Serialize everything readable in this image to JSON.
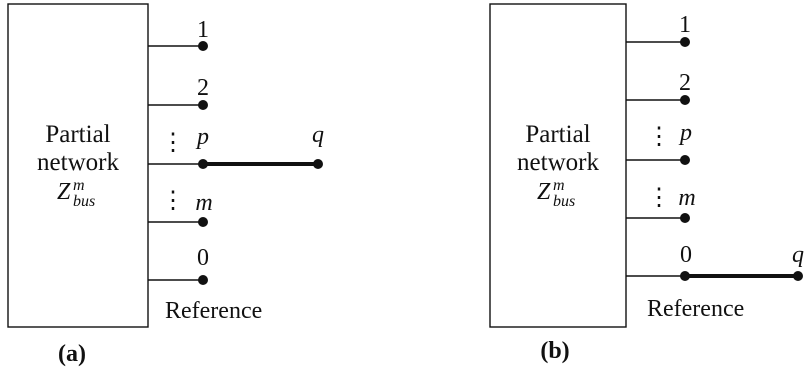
{
  "panels": [
    {
      "caption": "(a)",
      "box_text": {
        "line1": "Partial",
        "line2": "network",
        "z": "Z",
        "z_sub": "bus",
        "z_sup": "m"
      },
      "bus_labels": {
        "b1": "1",
        "b2": "2",
        "p": "p",
        "m": "m",
        "zero": "0",
        "q": "q"
      },
      "vdots": "⋮",
      "reference_label": "Reference"
    },
    {
      "caption": "(b)",
      "box_text": {
        "line1": "Partial",
        "line2": "network",
        "z": "Z",
        "z_sub": "bus",
        "z_sup": "m"
      },
      "bus_labels": {
        "b1": "1",
        "b2": "2",
        "p": "p",
        "m": "m",
        "zero": "0",
        "q": "q"
      },
      "vdots": "⋮",
      "reference_label": "Reference"
    }
  ]
}
